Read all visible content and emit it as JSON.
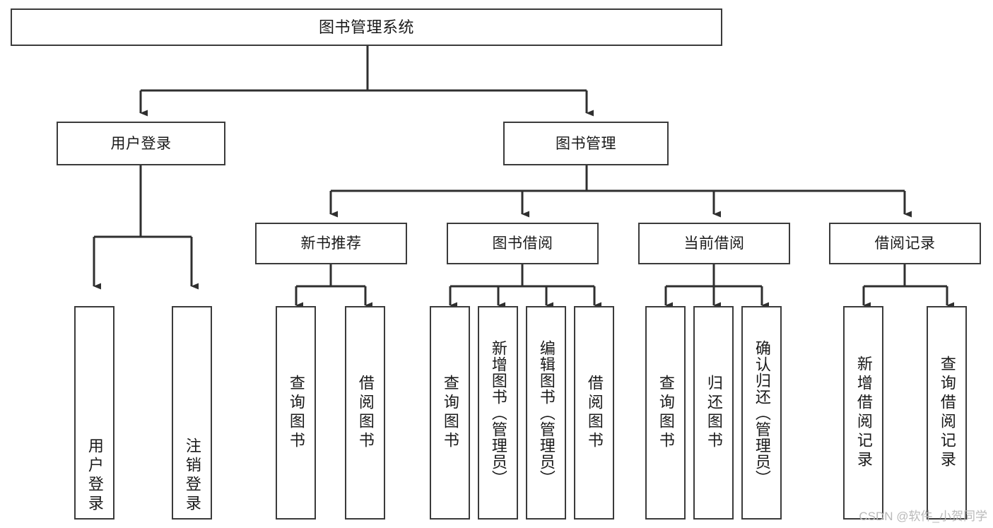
{
  "diagram": {
    "type": "tree",
    "title": "图书管理系统",
    "orientation": "top-down",
    "colors": {
      "box_border": "#3b3b3b",
      "box_fill": "#ffffff",
      "connector": "#2f2f2f",
      "text": "#1a1a1a",
      "watermark": "#b9b9b9",
      "canvas": "#ffffff"
    },
    "root": {
      "label": "图书管理系统"
    },
    "level2": [
      {
        "label": "用户登录"
      },
      {
        "label": "图书管理"
      }
    ],
    "level3": [
      {
        "label": "新书推荐"
      },
      {
        "label": "图书借阅"
      },
      {
        "label": "当前借阅"
      },
      {
        "label": "借阅记录"
      }
    ],
    "leaves": {
      "user_login": [
        {
          "label": "用户登录"
        },
        {
          "label": "注销登录"
        }
      ],
      "new_book_recommend": [
        {
          "label": "查询图书"
        },
        {
          "label": "借阅图书"
        }
      ],
      "book_borrow": [
        {
          "label": "查询图书"
        },
        {
          "label": "新增图书（管理员）"
        },
        {
          "label": "编辑图书（管理员）"
        },
        {
          "label": "借阅图书"
        }
      ],
      "current_borrow": [
        {
          "label": "查询图书"
        },
        {
          "label": "归还图书"
        },
        {
          "label": "确认归还（管理员）"
        }
      ],
      "borrow_record": [
        {
          "label": "新增借阅记录"
        },
        {
          "label": "查询借阅记录"
        }
      ]
    }
  },
  "watermark": {
    "text": "CSDN @软件_小贺同学"
  }
}
